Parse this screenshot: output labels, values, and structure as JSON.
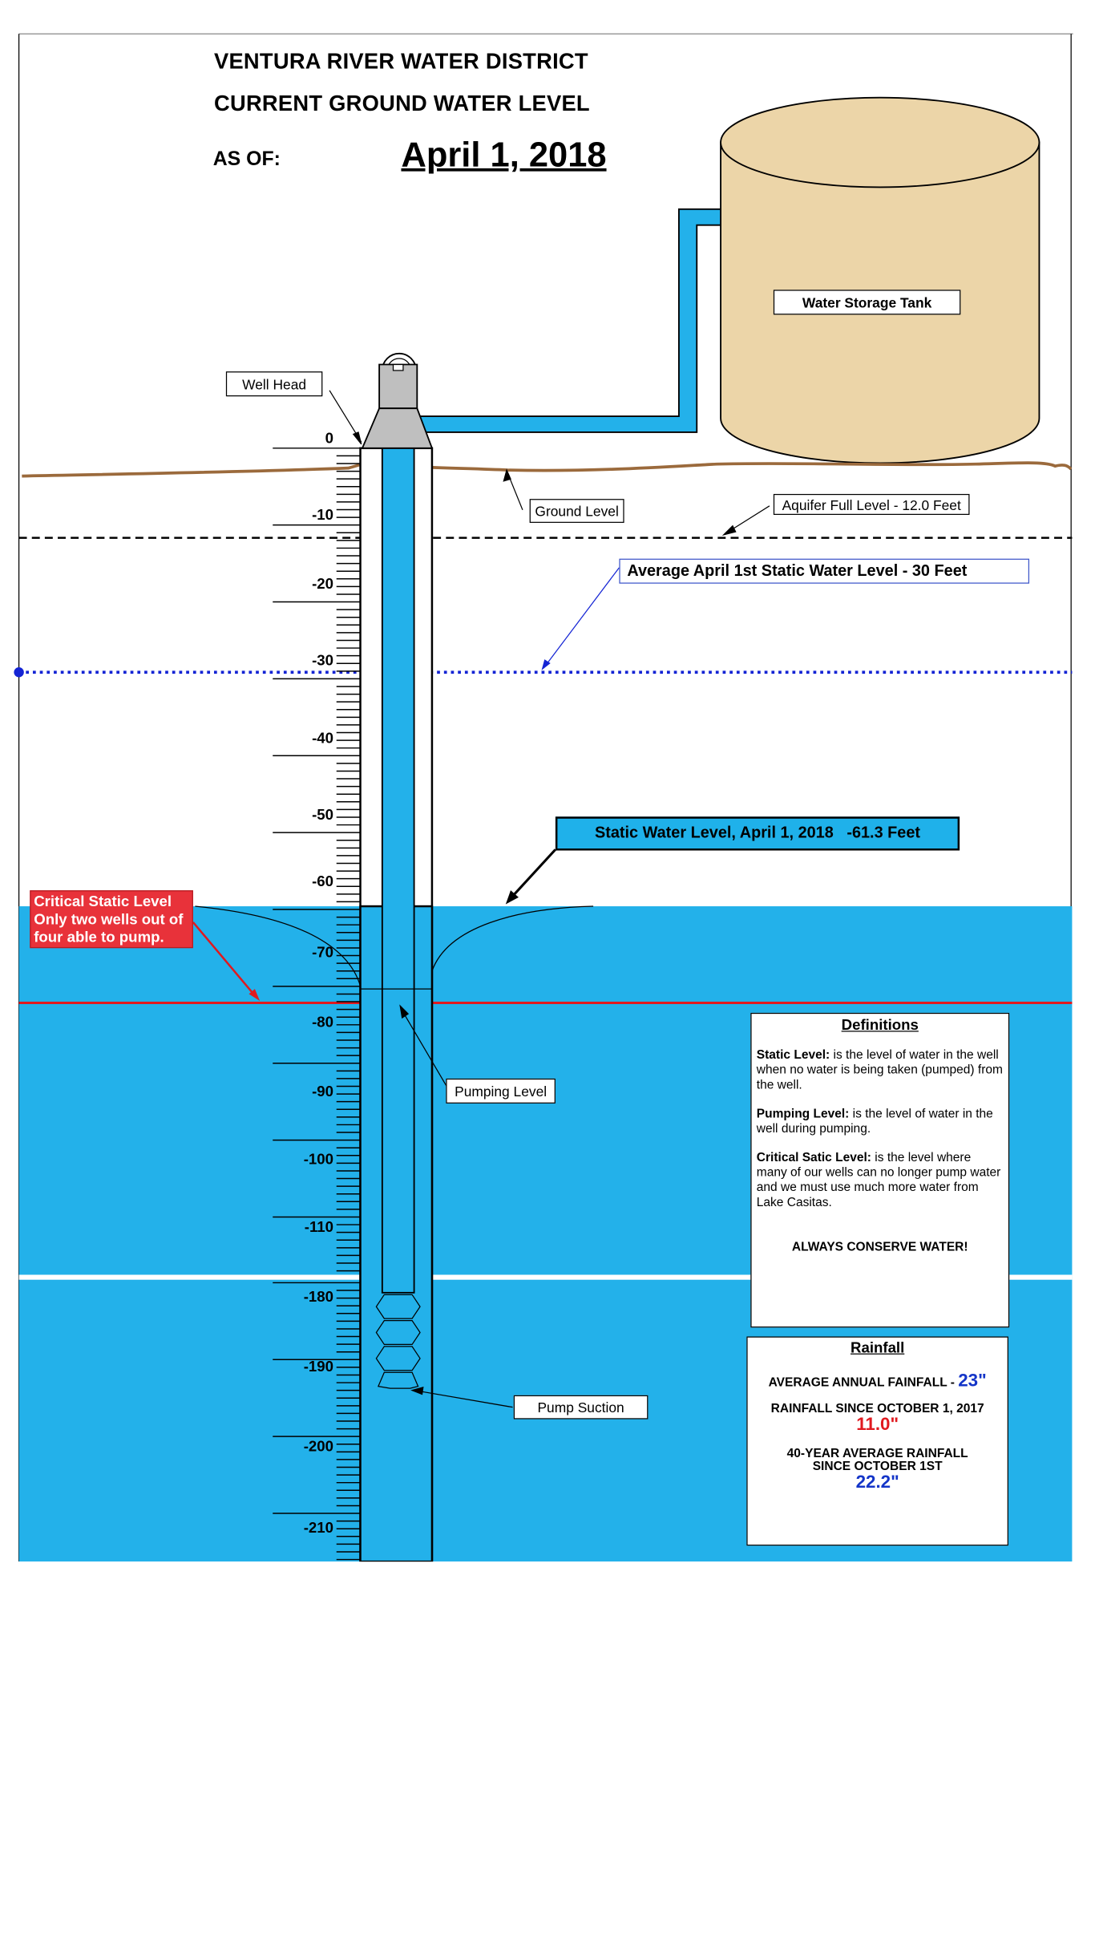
{
  "header": {
    "line1": "VENTURA RIVER WATER DISTRICT",
    "line2": "CURRENT GROUND WATER LEVEL",
    "asof_label": "AS OF:",
    "asof_date": "April 1, 2018"
  },
  "labels": {
    "water_storage_tank": "Water Storage Tank",
    "well_head": "Well Head",
    "ground_level": "Ground Level",
    "aquifer_full": "Aquifer Full Level - 12.0 Feet",
    "average_static": "Average April 1st Static Water Level - 30 Feet",
    "static_water_level": "Static Water Level, April 1, 2018   -61.3 Feet",
    "critical_static": "Critical Static Level Only two wells out of four able to pump.",
    "pumping_level": "Pumping Level",
    "pump_suction": "Pump Suction"
  },
  "scale": {
    "labels": [
      "0",
      "-10",
      "-20",
      "-30",
      "-40",
      "-50",
      "-60",
      "-70",
      "-80",
      "-90",
      "-100",
      "-110",
      "-180",
      "-190",
      "-200",
      "-210"
    ]
  },
  "definitions": {
    "title": "Definitions",
    "static_term": "Static Level:",
    "static_text": " is the level of water in the well when no water is being taken (pumped) from the well.",
    "pumping_term": "Pumping Level:",
    "pumping_text": " is the level of water in the well during pumping.",
    "critical_term": "Critical Satic Level:",
    "critical_text": " is the level where many of our wells can no longer pump water and we must use much more water from Lake Casitas.",
    "conserve": "ALWAYS  CONSERVE  WATER!"
  },
  "rainfall": {
    "title": "Rainfall",
    "avg_annual_label": "AVERAGE  ANNUAL  FAINFALL  -",
    "avg_annual_value": "23\"",
    "since_oct_label": "RAINFALL  SINCE  OCTOBER  1, 2017",
    "since_oct_value": "11.0\"",
    "forty_year_label1": "40-YEAR  AVERAGE  RAINFALL",
    "forty_year_label2": "SINCE OCTOBER 1ST",
    "forty_year_value": "22.2\""
  },
  "colors": {
    "water": "#23b1ea",
    "tank": "#ecd5a8",
    "ground": "#9b6a3c",
    "critical": "#e8323a",
    "avg_line": "#1424d4"
  }
}
